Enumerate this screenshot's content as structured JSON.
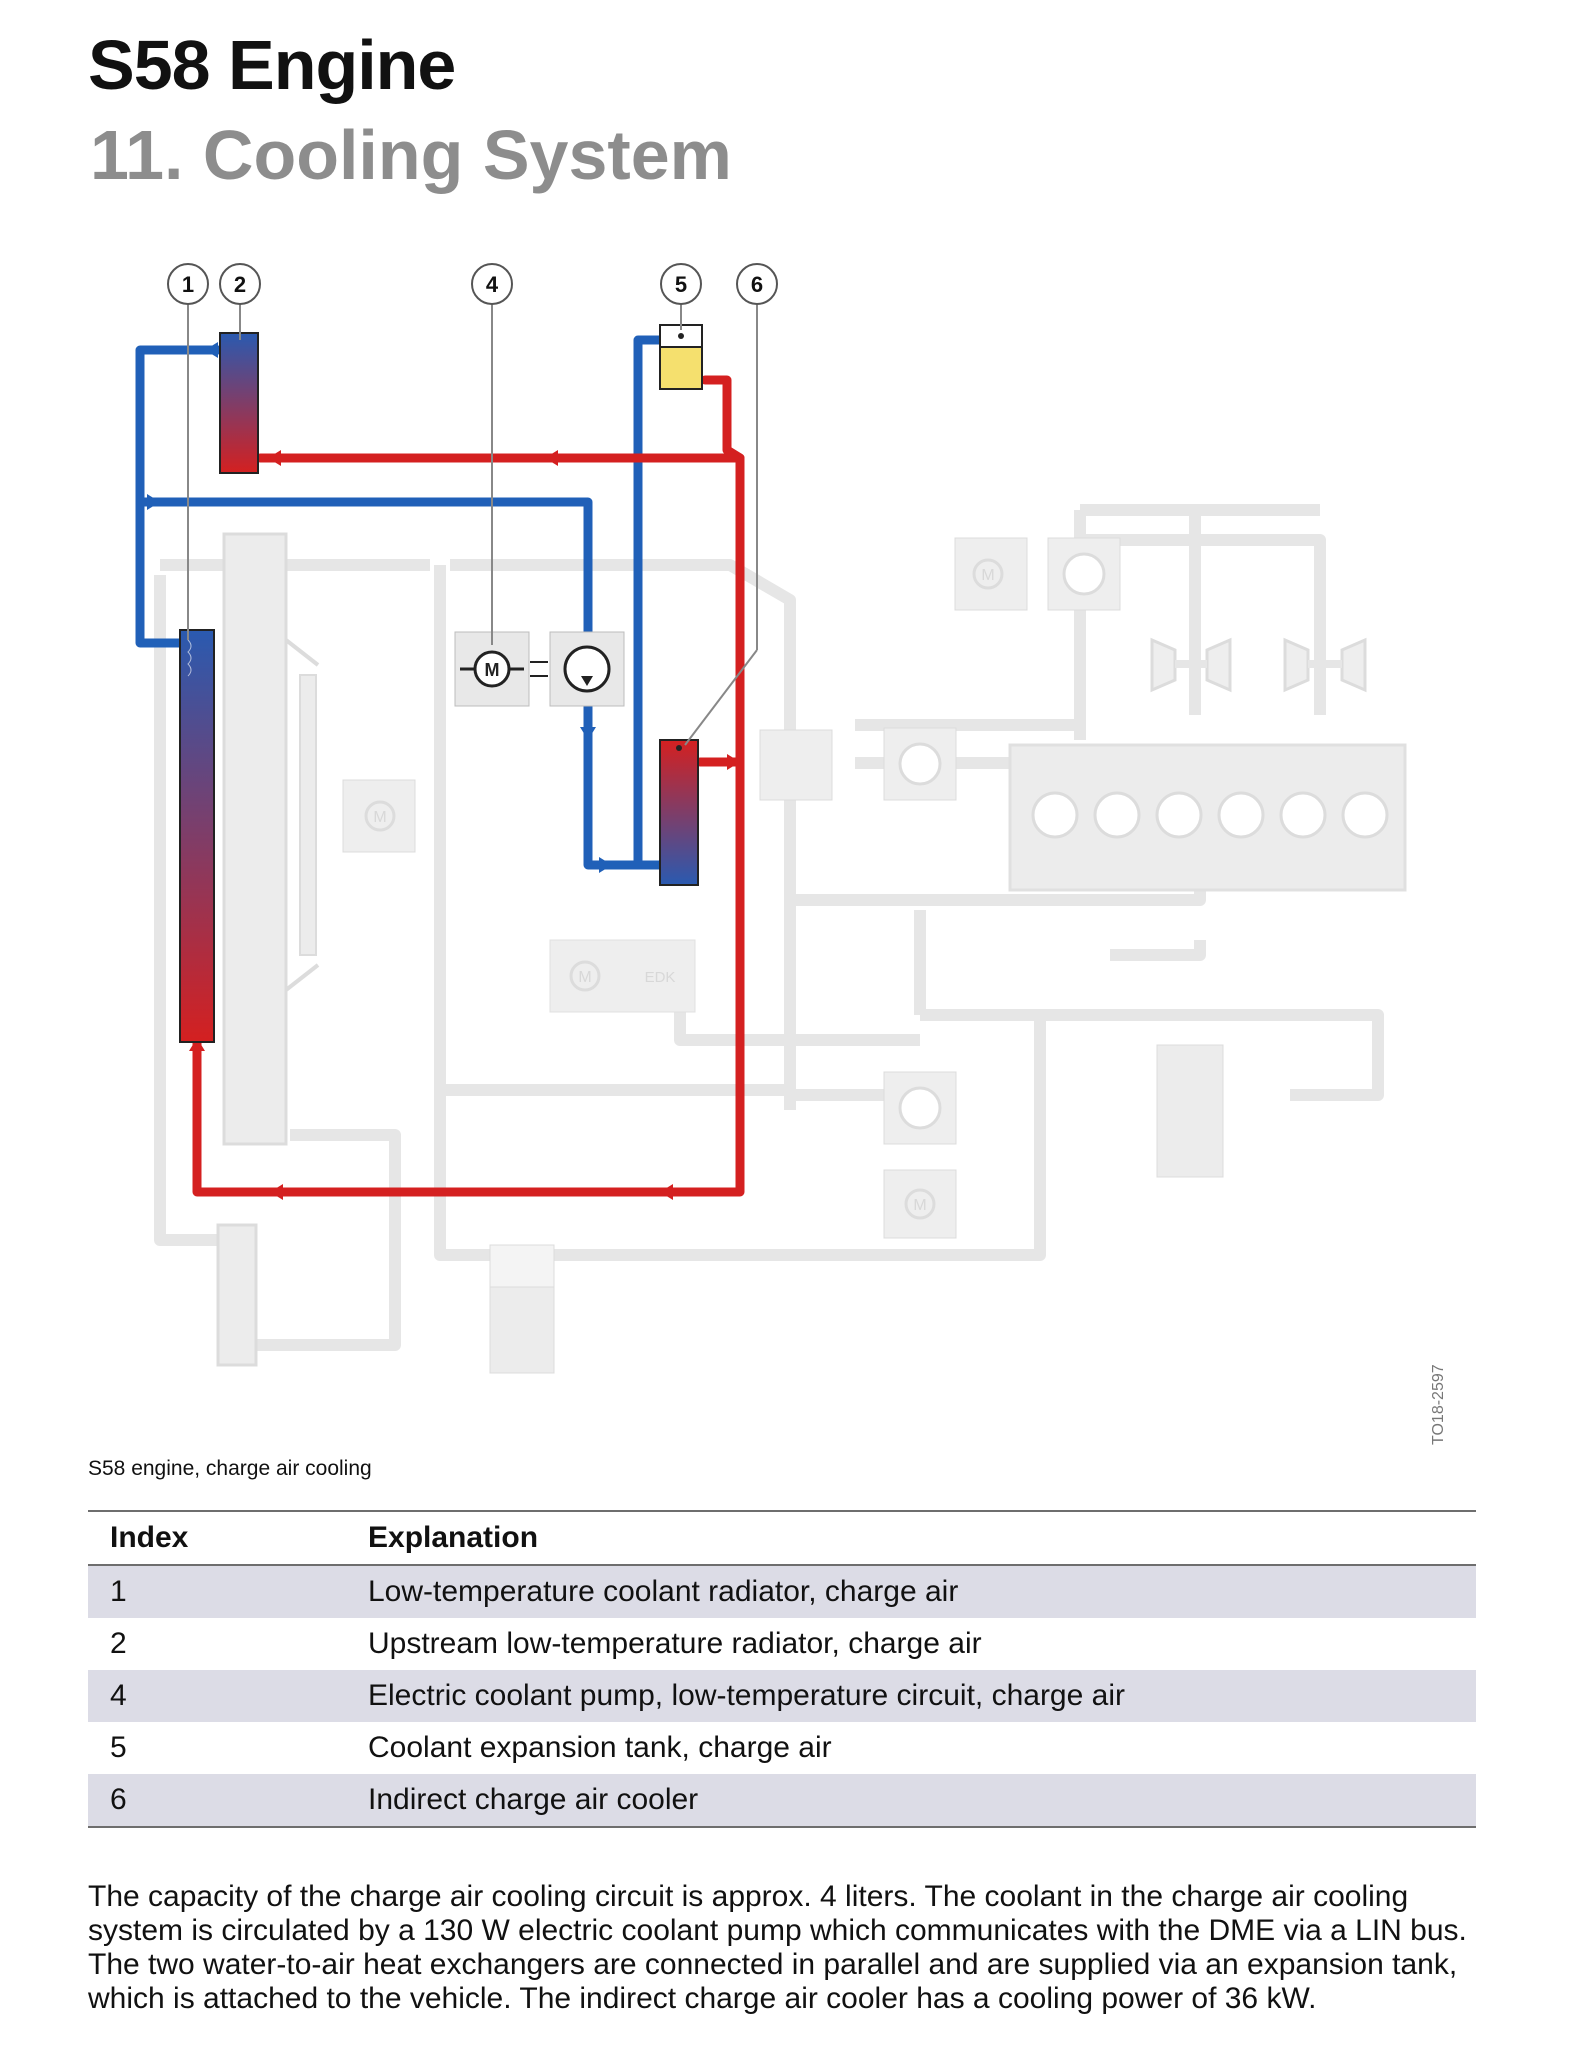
{
  "header": {
    "title": "S58 Engine",
    "subtitle": "11. Cooling System"
  },
  "diagram": {
    "callouts": [
      "1",
      "2",
      "4",
      "5",
      "6"
    ],
    "motor_symbol": "M",
    "throttle_label": "EDK",
    "figure_id": "TO18-2597",
    "colors": {
      "hot": "#d42020",
      "cold": "#2060b8",
      "tank": "#f5e06e",
      "grey": "#e6e6e6"
    },
    "icons": [
      "radiator-icon",
      "pump-icon",
      "motor-icon",
      "expansion-tank-icon",
      "charge-air-cooler-icon"
    ]
  },
  "caption": "S58 engine, charge air cooling",
  "table": {
    "headers": {
      "index": "Index",
      "explanation": "Explanation"
    },
    "rows": [
      {
        "index": "1",
        "explanation": "Low-temperature coolant radiator, charge air"
      },
      {
        "index": "2",
        "explanation": "Upstream low-temperature radiator, charge air"
      },
      {
        "index": "4",
        "explanation": "Electric coolant pump, low-temperature circuit, charge air"
      },
      {
        "index": "5",
        "explanation": "Coolant expansion tank, charge air"
      },
      {
        "index": "6",
        "explanation": "Indirect charge air cooler"
      }
    ]
  },
  "paragraph": "The capacity of the charge air cooling circuit is approx. 4 liters. The coolant in the charge air cooling system is circulated by a 130 W electric coolant pump which communicates with the DME via a LIN bus. The two water-to-air heat exchangers are connected in parallel and are supplied via an expansion tank, which is attached to the vehicle. The indirect charge air cooler has a cooling power of 36 kW."
}
